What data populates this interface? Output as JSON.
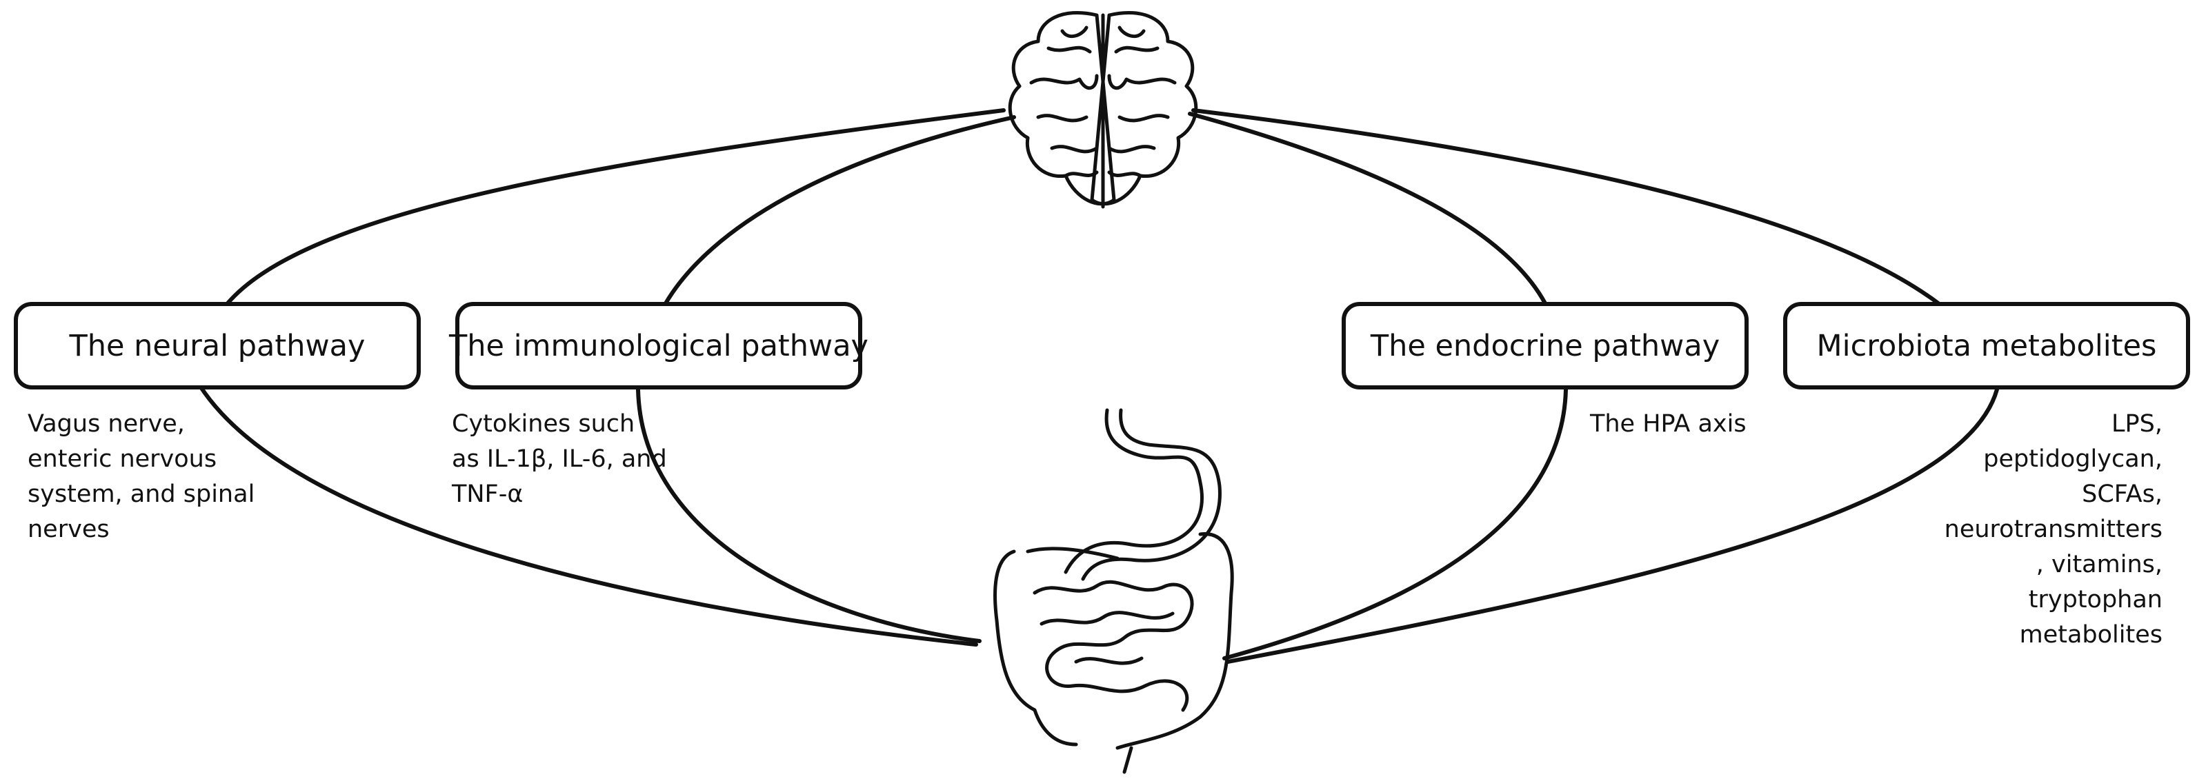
{
  "pathways": [
    {
      "id": "neural",
      "label": "The neural pathway",
      "details": [
        "Vagus nerve,",
        "enteric nervous",
        "system, and spinal",
        "nerves"
      ]
    },
    {
      "id": "immunological",
      "label": "The immunological pathway",
      "details": [
        "Cytokines such",
        "as IL-1β, IL-6, and",
        "TNF-α"
      ]
    },
    {
      "id": "endocrine",
      "label": "The endocrine pathway",
      "details": [
        "The HPA axis"
      ]
    },
    {
      "id": "metabolites",
      "label": "Microbiota metabolites",
      "details": [
        "LPS,",
        "peptidoglycan,",
        "SCFAs,",
        "neurotransmitters",
        ", vitamins,",
        "tryptophan",
        "metabolites"
      ]
    }
  ],
  "icons": {
    "top": "brain-icon",
    "bottom": "digestive-system-icon"
  },
  "colors": {
    "line": "#111111",
    "background": "#ffffff"
  }
}
